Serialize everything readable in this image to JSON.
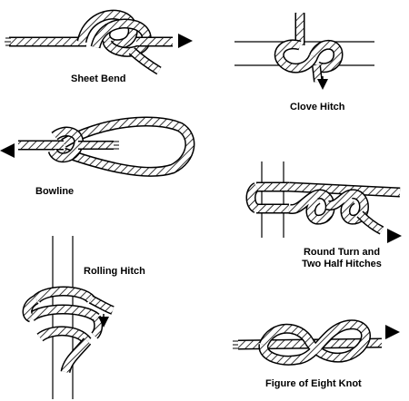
{
  "knots": {
    "sheet_bend": {
      "name": "Sheet Bend",
      "icon": "sheet-bend-knot"
    },
    "clove_hitch": {
      "name": "Clove Hitch",
      "icon": "clove-hitch-knot"
    },
    "bowline": {
      "name": "Bowline",
      "icon": "bowline-knot"
    },
    "round_turn": {
      "name_line1": "Round Turn and",
      "name_line2": "Two Half Hitches",
      "icon": "round-turn-two-half-hitches-knot"
    },
    "rolling_hitch": {
      "name": "Rolling Hitch",
      "icon": "rolling-hitch-knot"
    },
    "figure_eight": {
      "name": "Figure of Eight Knot",
      "icon": "figure-eight-knot"
    }
  },
  "style": {
    "ink": "#000000",
    "paper": "#ffffff"
  }
}
